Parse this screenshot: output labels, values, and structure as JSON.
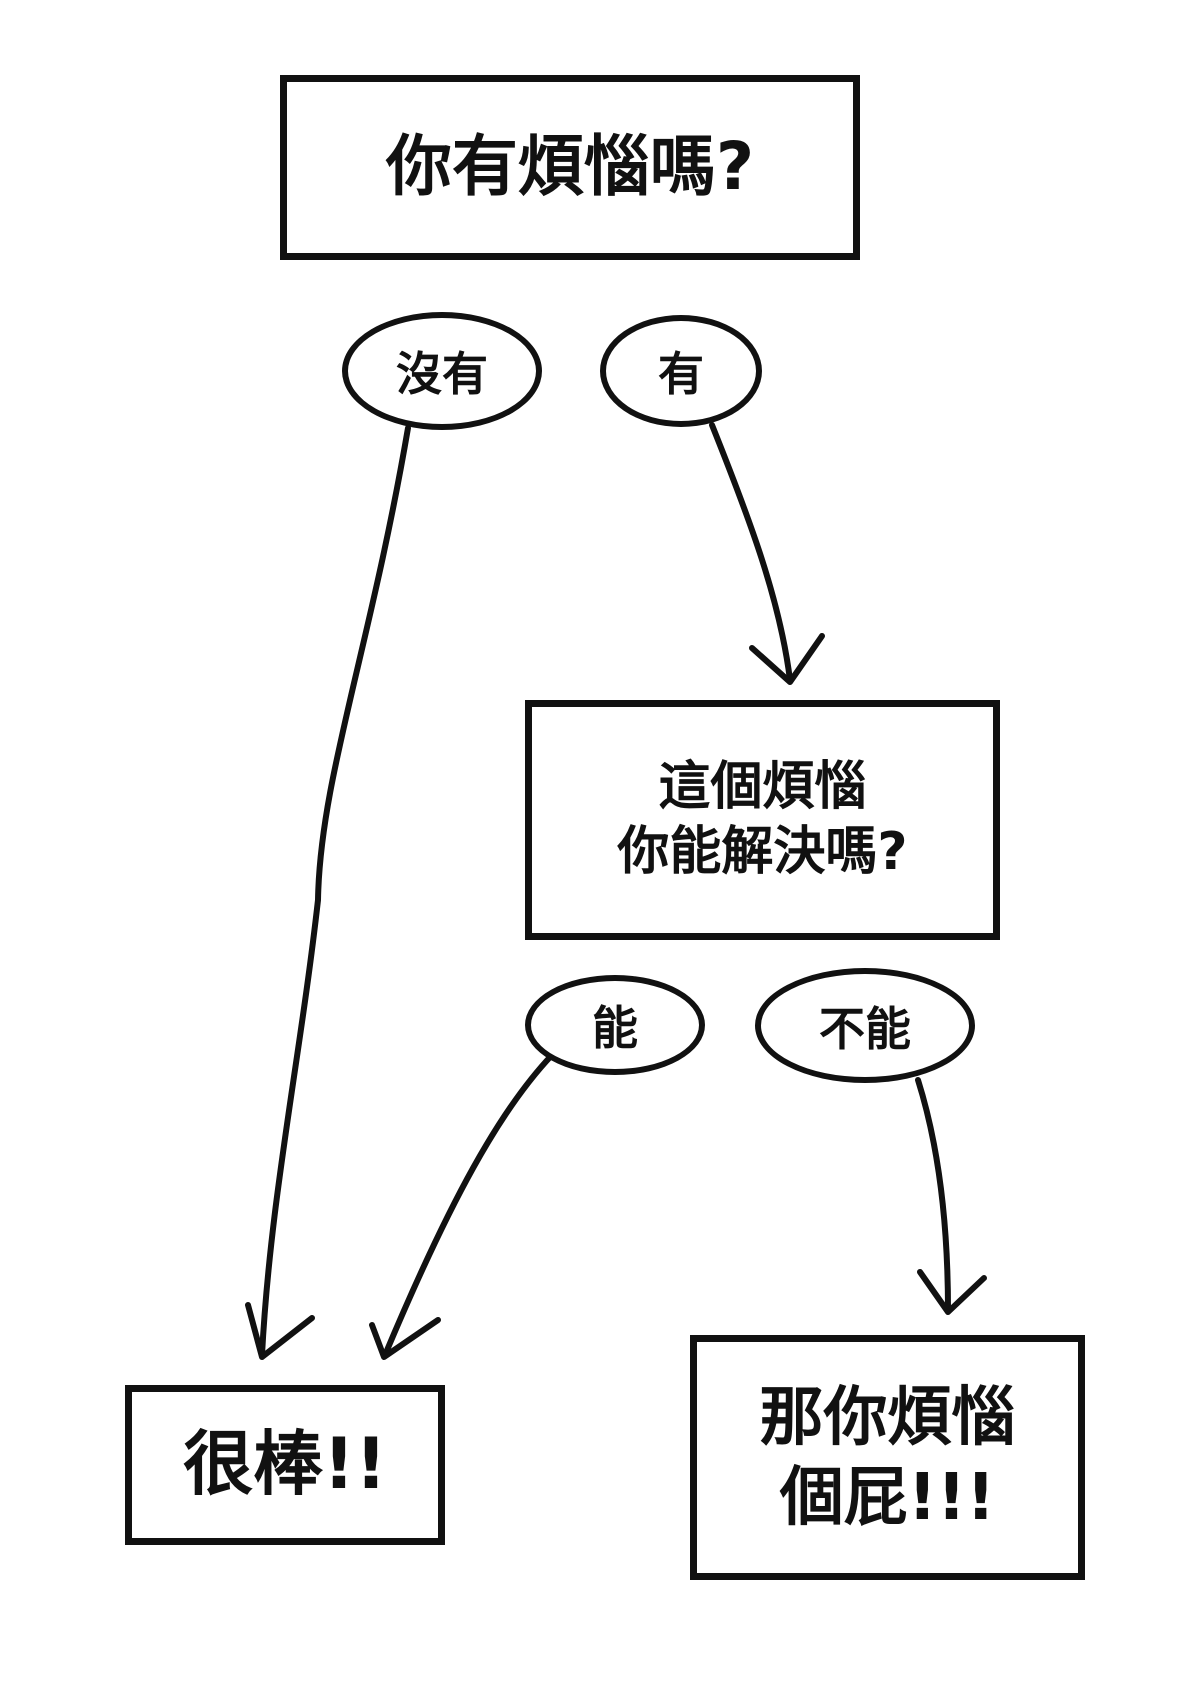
{
  "nodes": {
    "q1": {
      "text": "你有煩惱嗎?"
    },
    "q2": {
      "text": "這個煩惱\n你能解決嗎?"
    },
    "result_good": {
      "text": "很棒!!"
    },
    "result_pointless": {
      "text": "那你煩惱\n個屁!!!"
    }
  },
  "edges": {
    "no": {
      "label": "沒有"
    },
    "yes": {
      "label": "有"
    },
    "can": {
      "label": "能"
    },
    "cannot": {
      "label": "不能"
    }
  }
}
